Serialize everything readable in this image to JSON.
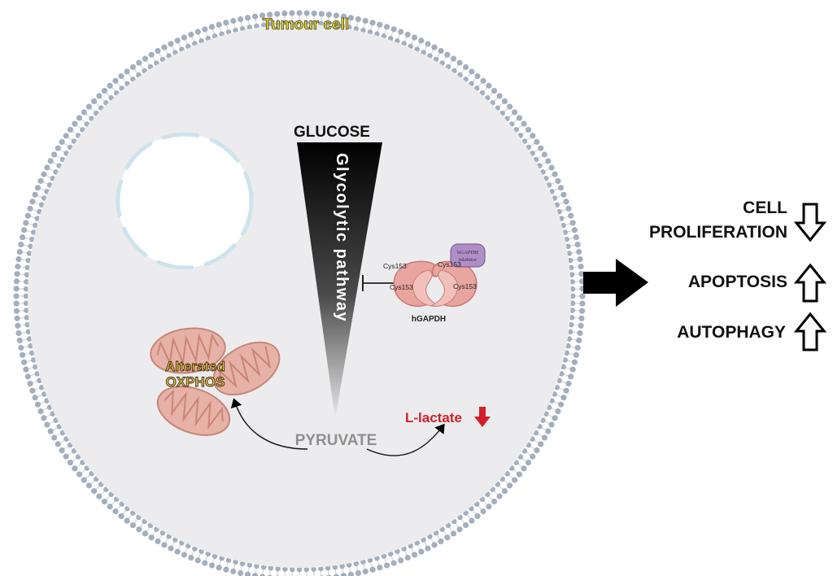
{
  "colors": {
    "cytoplasm": "#ececee",
    "membrane": "#a4afbd",
    "membrane_tail": "#c9d0da",
    "glycolysis_dark": "#000000",
    "glycolysis_light": "#e8e8e8",
    "enzyme": "#e9a5a0",
    "enzyme_dark": "#c97871",
    "inhibitor": "#b08fc7",
    "mito_outer": "#e6b1a6",
    "mito_inner": "#c98577",
    "lactate_red": "#d41f27",
    "title_yellow": "#e4d53a",
    "pyruvate_grey": "#8f8f8f"
  },
  "cell": {
    "title": "Tumour cell"
  },
  "glycolysis": {
    "top_label": "GLUCOSE",
    "pathway_label": "Glycolytic pathway",
    "bottom_label": "PYRUVATE"
  },
  "enzyme": {
    "name": "hGAPDH",
    "inhibitor_label_line1": "hGAPDH",
    "inhibitor_label_line2": "inhibitor",
    "cys_sites": [
      "Cys153",
      "Cys153",
      "Cys153",
      "Cys153"
    ]
  },
  "mitochondria": {
    "label_line1": "Alterated",
    "label_line2": "OXPHOS"
  },
  "lactate": {
    "label": "L-lactate",
    "direction": "down"
  },
  "outcomes": [
    {
      "label_line1": "CELL",
      "label_line2": "PROLIFERATION",
      "direction": "down"
    },
    {
      "label_line1": "",
      "label_line2": "APOPTOSIS",
      "direction": "up"
    },
    {
      "label_line1": "",
      "label_line2": "AUTOPHAGY",
      "direction": "up"
    }
  ]
}
